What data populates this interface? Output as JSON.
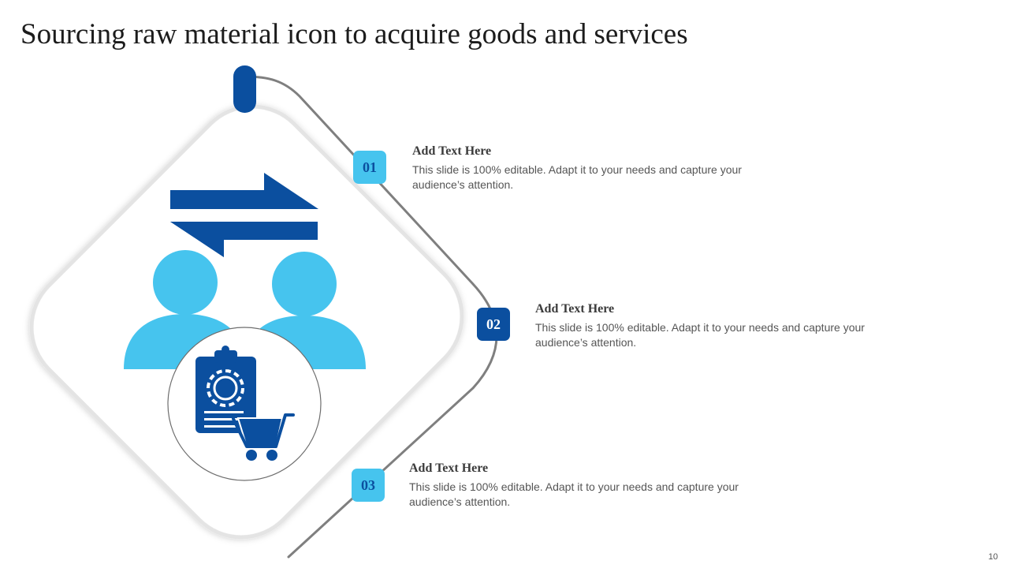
{
  "slide": {
    "title": "Sourcing raw material icon to acquire goods and services",
    "page_number": "10"
  },
  "colors": {
    "dark_blue": "#0b4f9f",
    "light_blue": "#46c4ee",
    "track_gray": "#7f7f7f",
    "diamond_shadow": "#e4e4e4",
    "text_dark": "#3b3b3b",
    "text_body": "#555555"
  },
  "icons": [
    "exchange-arrows-icon",
    "people-icon",
    "clipboard-gear-icon",
    "shopping-cart-icon"
  ],
  "items": [
    {
      "number": "01",
      "heading": "Add Text Here",
      "body": "This slide is 100% editable. Adapt it to your needs and capture your audience’s attention."
    },
    {
      "number": "02",
      "heading": "Add Text Here",
      "body": "This slide is 100% editable. Adapt it to your needs and capture your audience’s attention."
    },
    {
      "number": "03",
      "heading": "Add Text Here",
      "body": "This slide is 100% editable. Adapt it to your needs and capture your audience’s attention."
    }
  ]
}
